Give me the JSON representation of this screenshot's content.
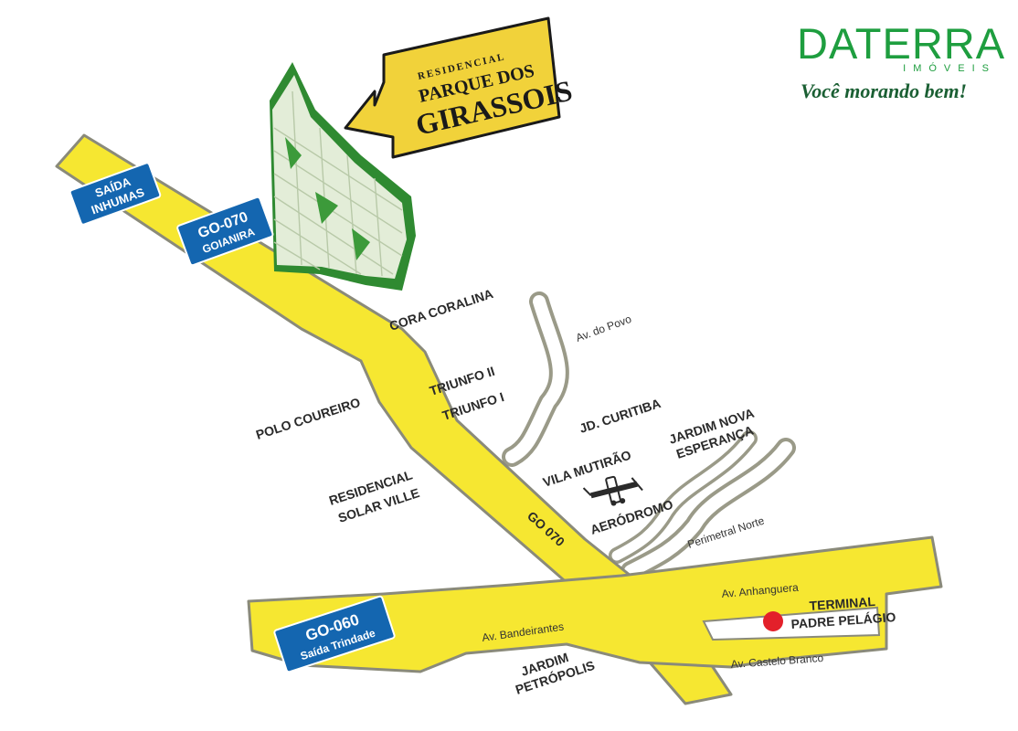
{
  "brand": {
    "name": "DATERRA",
    "subtitle": "IMÓVEIS",
    "slogan": "Você morando bem!"
  },
  "development": {
    "prefix": "RESIDENCIAL",
    "name_line1": "PARQUE DOS",
    "name_line2": "GIRASSOIS"
  },
  "signs": {
    "inhumas": {
      "line1": "SAÍDA",
      "line2": "INHUMAS"
    },
    "go070": {
      "line1": "GO-070",
      "line2": "GOIANIRA"
    },
    "go060": {
      "line1": "GO-060",
      "line2": "Saída Trindade"
    }
  },
  "neighborhoods": {
    "cora_coralina": "CORA CORALINA",
    "triunfo2": "TRIUNFO II",
    "triunfo1": "TRIUNFO I",
    "polo_coureiro": "POLO COUREIRO",
    "jd_curitiba": "JD. CURITIBA",
    "jardim_nova_1": "JARDIM NOVA",
    "jardim_nova_2": "ESPERANÇA",
    "vila_mutirao": "VILA MUTIRÃO",
    "aerodromo": "AERÓDROMO",
    "solar_ville_1": "RESIDENCIAL",
    "solar_ville_2": "SOLAR VILLE",
    "terminal_1": "TERMINAL",
    "terminal_2": "PADRE PELÁGIO",
    "petropolis_1": "JARDIM",
    "petropolis_2": "PETRÓPOLIS"
  },
  "streets": {
    "av_povo": "Av. do Povo",
    "go070": "GO 070",
    "perimetral": "Perimetral Norte",
    "anhanguera": "Av. Anhanguera",
    "bandeirantes": "Av. Bandeirantes",
    "castelo_branco": "Av. Castelo Branco"
  },
  "colors": {
    "road_fill": "#f6e731",
    "road_edge": "#8a8a7a",
    "sign_blue": "#1466b0",
    "banner": "#f1d23a",
    "brand_green": "#1e9e3f",
    "terminal_marker": "#e3202a",
    "lot_green": "#3c9a3a"
  },
  "icons": [
    "airplane-icon",
    "terminal-marker-icon",
    "arrow-icon"
  ]
}
